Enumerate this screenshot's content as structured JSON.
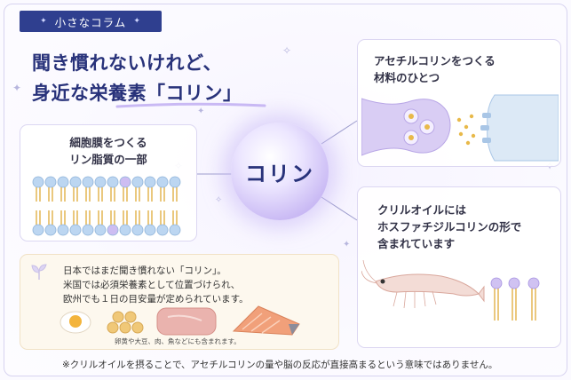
{
  "tag": {
    "label": "小さなコラム"
  },
  "title": {
    "line1": "聞き慣れないけれど、",
    "line2": "身近な栄養素「コリン」"
  },
  "center": {
    "label": "コリン"
  },
  "cards": {
    "cell": {
      "line1": "細胞膜をつくる",
      "line2": "リン脂質の一部"
    },
    "acetylcholine": {
      "line1": "アセチルコリンをつくる",
      "line2": "材料のひとつ"
    },
    "krill": {
      "line1": "クリルオイルには",
      "line2": "ホスファチジルコリンの形で",
      "line3": "含まれています"
    }
  },
  "note": {
    "line1": "日本ではまだ聞き慣れない「コリン」。",
    "line2": "米国では必須栄養素として位置づけられ、",
    "line3": "欧州でも１日の目安量が定められています。",
    "caption": "卵黄や大豆、肉、魚などにも含まれます。"
  },
  "footnote": "※クリルオイルを摂ることで、アセチルコリンの量や脳の反応が直接高まるという意味ではありません。",
  "colors": {
    "navy": "#2f3f8f",
    "lavender": "#c9b9f4",
    "membrane_head": "#bcd6f1",
    "tail": "#e8b94a"
  },
  "icons": [
    "sparkle-icon",
    "sprout-icon",
    "egg-icon",
    "soybean-icon",
    "meat-icon",
    "salmon-icon",
    "krill-icon",
    "neuron-icon"
  ]
}
